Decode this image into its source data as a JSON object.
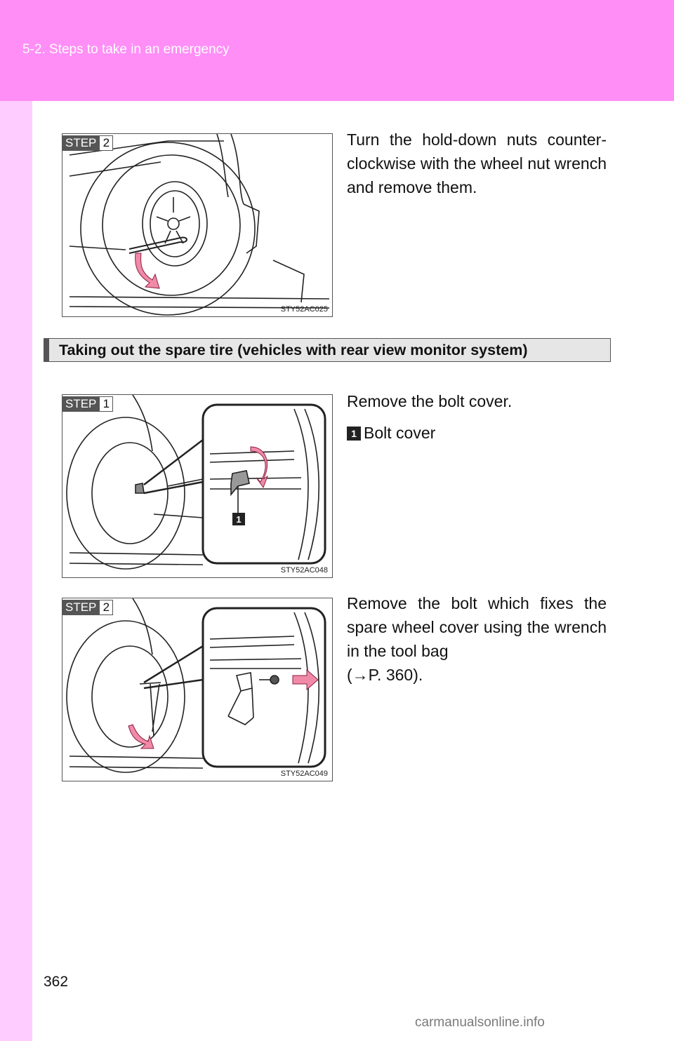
{
  "header": {
    "section": "5-2. Steps to take in an emergency"
  },
  "figures": [
    {
      "step_label": "STEP",
      "step_number": "2",
      "code": "STY52AC025"
    },
    {
      "step_label": "STEP",
      "step_number": "1",
      "code": "STY52AC048",
      "callout_number": "1"
    },
    {
      "step_label": "STEP",
      "step_number": "2",
      "code": "STY52AC049"
    }
  ],
  "instructions": {
    "step2_text": "Turn the hold-down nuts counter-clockwise with the wheel nut wrench and remove them.",
    "section_title": "Taking out the spare tire (vehicles with rear view monitor system)",
    "step1_text": "Remove the bolt cover.",
    "callout_badge": "1",
    "callout_label": "Bolt cover",
    "step2b_text": "Remove the bolt which fixes the spare wheel cover using the wrench in the tool bag",
    "step2b_ref": "(→P. 360)."
  },
  "footer": {
    "page_number": "362",
    "watermark": "carmanualsonline.info"
  },
  "colors": {
    "header": "#ff8ef7",
    "side_strip": "#ffccff",
    "arrow": "#f08aa8"
  }
}
